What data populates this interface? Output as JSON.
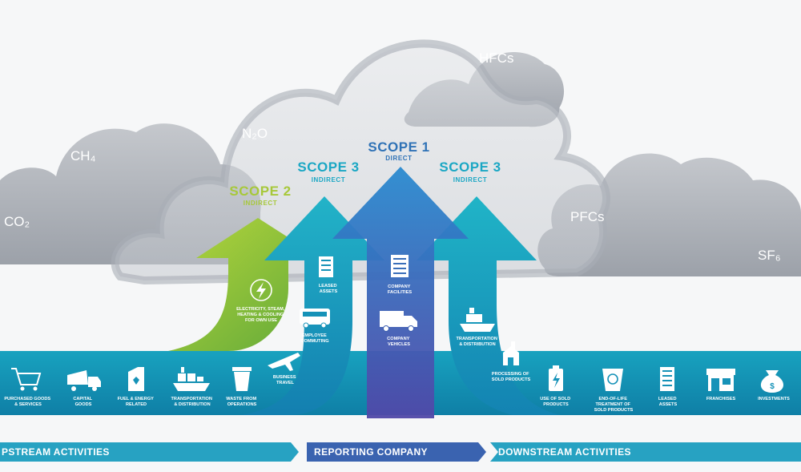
{
  "gases": {
    "co2": "CO₂",
    "ch4": "CH₄",
    "n2o": "N₂O",
    "hfcs": "HFCs",
    "pfcs": "PFCs",
    "sf6": "SF₆"
  },
  "scopes": {
    "scope2": {
      "title": "SCOPE 2",
      "subtitle": "INDIRECT"
    },
    "scope3_up": {
      "title": "SCOPE 3",
      "subtitle": "INDIRECT"
    },
    "scope1": {
      "title": "SCOPE 1",
      "subtitle": "DIRECT"
    },
    "scope3_down": {
      "title": "SCOPE 3",
      "subtitle": "INDIRECT"
    }
  },
  "scope2_items": {
    "electricity": [
      "ELECTRICITY, STEAM,",
      "HEATING & COOLING",
      "FOR OWN USE"
    ]
  },
  "scope3_up_items": {
    "leased_assets": [
      "LEASED",
      "ASSETS"
    ],
    "employee_commuting": [
      "EMPLOYEE",
      "COMMUTING"
    ],
    "business_travel": [
      "BUSINESS",
      "TRAVEL"
    ]
  },
  "scope1_items": {
    "company_facilities": [
      "COMPANY",
      "FACILITIES"
    ],
    "company_vehicles": [
      "COMPANY",
      "VEHICLES"
    ]
  },
  "scope3_down_items": {
    "transport_distribution": [
      "TRANSPORTATION",
      "& DISTRIBUTION"
    ],
    "processing": [
      "PROCESSING OF",
      "SOLD PRODUCTS"
    ]
  },
  "upstream_items": {
    "purchased_goods": [
      "PURCHASED GOODS",
      "& SERVICES"
    ],
    "capital_goods": [
      "CAPITAL",
      "GOODS"
    ],
    "fuel_energy": [
      "FUEL & ENERGY",
      "RELATED"
    ],
    "transport_distribution": [
      "TRANSPORTATION",
      "& DISTRIBUTION"
    ],
    "waste": [
      "WASTE FROM",
      "OPERATIONS"
    ]
  },
  "downstream_items": {
    "use_of_sold": [
      "USE OF SOLD",
      "PRODUCTS"
    ],
    "end_of_life": [
      "END-OF-LIFE",
      "TREATMENT OF",
      "SOLD PRODUCTS"
    ],
    "leased_assets": [
      "LEASED",
      "ASSETS"
    ],
    "franchises": [
      "FRANCHISES"
    ],
    "investments": [
      "INVESTMENTS"
    ]
  },
  "bars": {
    "upstream": "PSTREAM ACTIVITIES",
    "reporting": "REPORTING COMPANY",
    "downstream": "DOWNSTREAM ACTIVITIES"
  },
  "colors": {
    "scope1": "#2d7fc1",
    "scope2": "#8cc63f",
    "scope3": "#1aa7c4",
    "band": "#1498b6",
    "cloud": "#b8bcc3"
  }
}
